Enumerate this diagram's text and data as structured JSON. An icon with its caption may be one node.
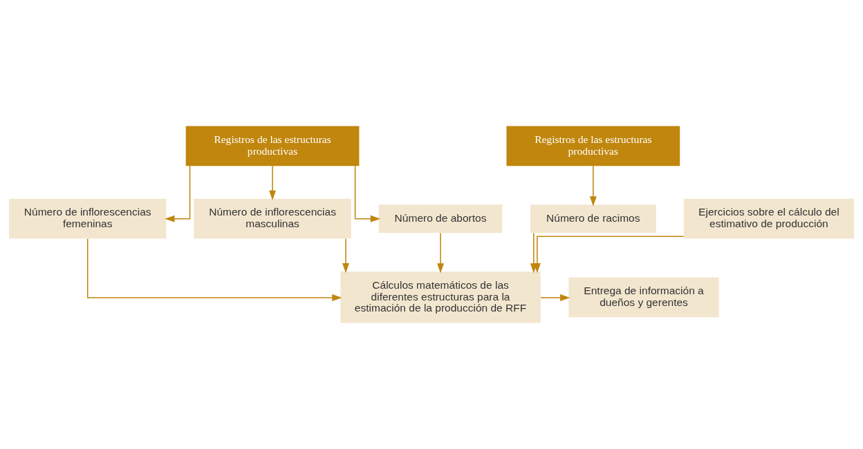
{
  "diagram": {
    "nodes": [
      {
        "text": [
          "Registros de las estructuras productivas"
        ]
      },
      {
        "text": [
          "Registros de las estructuras productivas"
        ]
      },
      {
        "text": [
          "Número de inflorescencias femeninas"
        ]
      },
      {
        "text": [
          "Número de inflorescencias masculinas"
        ]
      },
      {
        "text": [
          "Número de abortos"
        ]
      },
      {
        "text": [
          "Número de racimos"
        ]
      },
      {
        "text": [
          "Cálculos matemáticos de las diferentes estructuras para la estimación de la producción de RFF"
        ]
      },
      {
        "text": [
          "Entrega de información a dueños y gerentes"
        ]
      },
      {
        "text": [
          "Ejercicios sobre el cálculo del estimativo de producción"
        ]
      }
    ],
    "edges": [
      {
        "from": 0,
        "to": 2,
        "arrow": "to"
      },
      {
        "from": 0,
        "to": 3,
        "arrow": "to"
      },
      {
        "from": 0,
        "to": 4,
        "arrow": "to"
      },
      {
        "from": 1,
        "to": 5,
        "arrow": "to"
      },
      {
        "from": 2,
        "to": 6,
        "arrow": "to"
      },
      {
        "from": 3,
        "to": 6,
        "arrow": "to"
      },
      {
        "from": 4,
        "to": 6,
        "arrow": "to"
      },
      {
        "from": 5,
        "to": 6,
        "arrow": "to"
      },
      {
        "from": 6,
        "to": 7,
        "arrow": "to"
      },
      {
        "from": 8,
        "to": 6,
        "arrow": "to"
      }
    ]
  }
}
